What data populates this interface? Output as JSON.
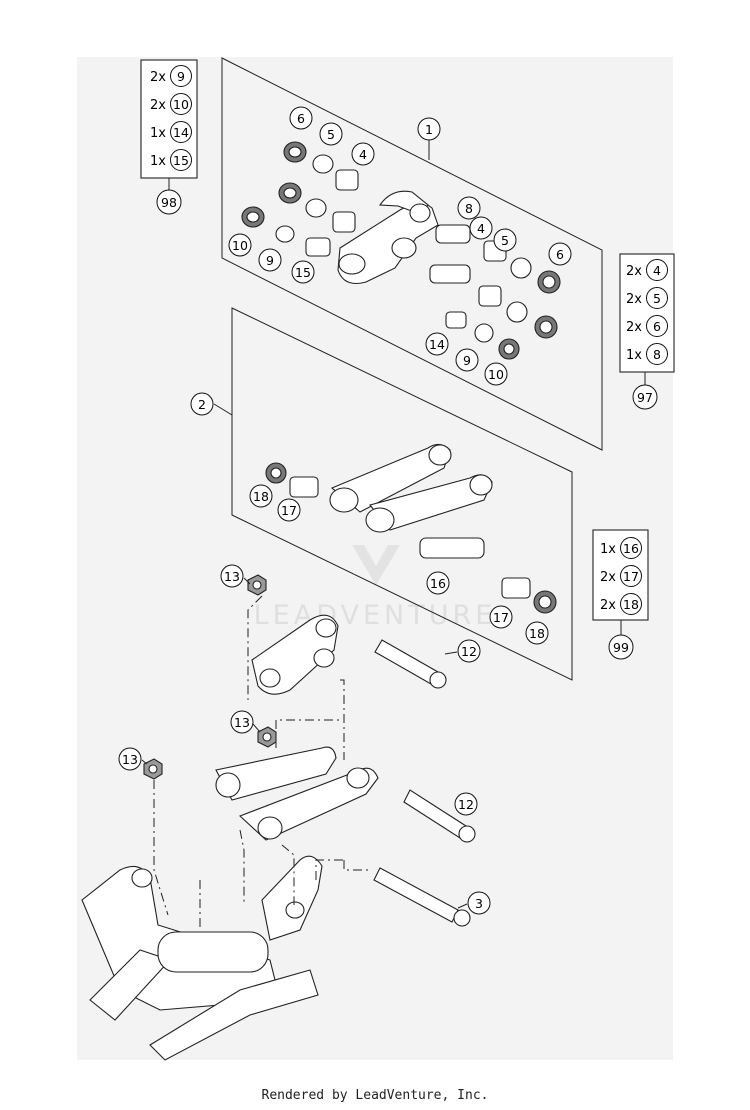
{
  "footer": {
    "rendered_by": "Rendered by LeadVenture, Inc."
  },
  "watermark": {
    "text": "LEADVENTURE",
    "color": "#cfcfcf"
  },
  "colors": {
    "part_fill": "#ffffff",
    "part_stroke": "#222222",
    "callout_stroke": "#111111",
    "background": "#f3f3f3"
  },
  "kits": {
    "k98": {
      "number": "98",
      "rows": [
        {
          "qty": "2x",
          "part": "9"
        },
        {
          "qty": "2x",
          "part": "10"
        },
        {
          "qty": "1x",
          "part": "14"
        },
        {
          "qty": "1x",
          "part": "15"
        }
      ]
    },
    "k97": {
      "number": "97",
      "rows": [
        {
          "qty": "2x",
          "part": "4"
        },
        {
          "qty": "2x",
          "part": "5"
        },
        {
          "qty": "2x",
          "part": "6"
        },
        {
          "qty": "1x",
          "part": "8"
        }
      ]
    },
    "k99": {
      "number": "99",
      "rows": [
        {
          "qty": "1x",
          "part": "16"
        },
        {
          "qty": "2x",
          "part": "17"
        },
        {
          "qty": "2x",
          "part": "18"
        }
      ]
    }
  },
  "callouts": {
    "c1": "1",
    "c2": "2",
    "c3": "3",
    "c4a": "4",
    "c4b": "4",
    "c5a": "5",
    "c5b": "5",
    "c6a": "6",
    "c6b": "6",
    "c8": "8",
    "c9a": "9",
    "c9b": "9",
    "c10a": "10",
    "c10b": "10",
    "c12a": "12",
    "c12b": "12",
    "c13a": "13",
    "c13b": "13",
    "c13c": "13",
    "c14": "14",
    "c15": "15",
    "c16": "16",
    "c17a": "17",
    "c17b": "17",
    "c18a": "18",
    "c18b": "18"
  }
}
